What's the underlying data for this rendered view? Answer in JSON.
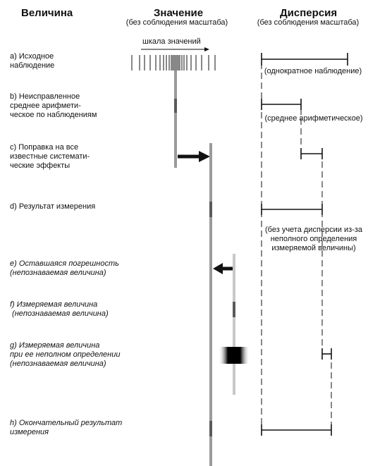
{
  "headers": {
    "col1": "Величина",
    "col2": "Значение",
    "col2_sub": "(без соблюдения масштаба)",
    "col3": "Дисперсия",
    "col3_sub": "(без соблюдения масштаба)"
  },
  "scale_label": "шкала значений",
  "rows": [
    {
      "label": "a) Исходное\nнаблюдение"
    },
    {
      "label": "b) Неисправленное\nсреднее арифмети-\nческое по наблюдениям"
    },
    {
      "label": "c) Поправка на все\nизвестные системати-\nческие эффекты"
    },
    {
      "label": "d) Результат измерения"
    },
    {
      "label": "e) Оставшаяся погрешность\n(непознаваемая величина)"
    },
    {
      "label": "f) Измеряемая величина\n (непознаваемая величина)"
    },
    {
      "label": "g) Измеряемая величина\nпри ее неполном определении\n(непознаваемая величина)"
    },
    {
      "label": "h) Окончательный результат\nизмерения"
    }
  ],
  "notes": {
    "single": "(однократное наблюдение)",
    "mean": "(среднее арифметическое)",
    "incomplete": "(без учета дисперсии из-за\nнеполного определения\nизмеряемой величины)"
  },
  "colors": {
    "dark": "#111111",
    "gray": "#9a9a9a",
    "light": "#c8c8c8",
    "mid": "#5a5a5a"
  }
}
